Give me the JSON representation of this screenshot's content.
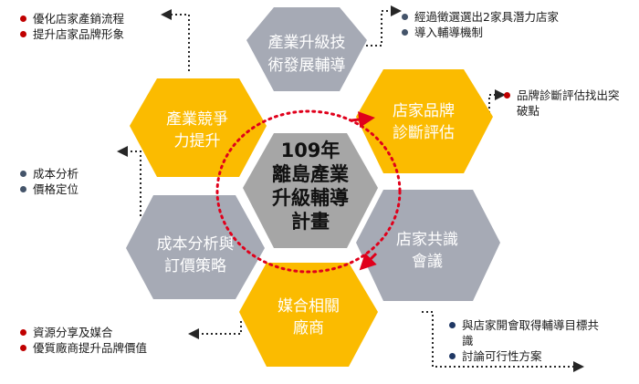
{
  "colors": {
    "gold": "#fbbb00",
    "gray_hex": "#a6aab5",
    "center_hex": "#a6a6a6",
    "ring": "#e0001b",
    "connector": "#262626",
    "bullet_red": "#c00000",
    "bullet_navy": "#1f3864",
    "bullet_slate": "#44546a"
  },
  "center": {
    "lines": [
      "109年",
      "離島產業",
      "升級輔導",
      "計畫"
    ]
  },
  "hexes": {
    "top": {
      "lines": [
        "產業升級技",
        "術發展輔導"
      ]
    },
    "upper_right": {
      "lines": [
        "店家品牌",
        "診斷評估"
      ]
    },
    "lower_right": {
      "lines": [
        "店家共識",
        "會議"
      ]
    },
    "bottom": {
      "lines": [
        "媒合相關",
        "廠商"
      ]
    },
    "lower_left": {
      "lines": [
        "成本分析與",
        "訂價策略"
      ]
    },
    "upper_left": {
      "lines": [
        "產業競爭",
        "力提升"
      ]
    }
  },
  "notes": {
    "top_left": [
      "優化店家產銷流程",
      "提升店家品牌形象"
    ],
    "top_right": [
      "經過徵選選出2家具潛力店家",
      "導入輔導機制"
    ],
    "right": [
      "品牌診斷評估找出突破點"
    ],
    "left": [
      "成本分析",
      "價格定位"
    ],
    "bottom_left": [
      "資源分享及媒合",
      "優質廠商提升品牌價值"
    ],
    "bottom_right": [
      "與店家開會取得輔導目標共識",
      "討論可行性方案"
    ]
  }
}
